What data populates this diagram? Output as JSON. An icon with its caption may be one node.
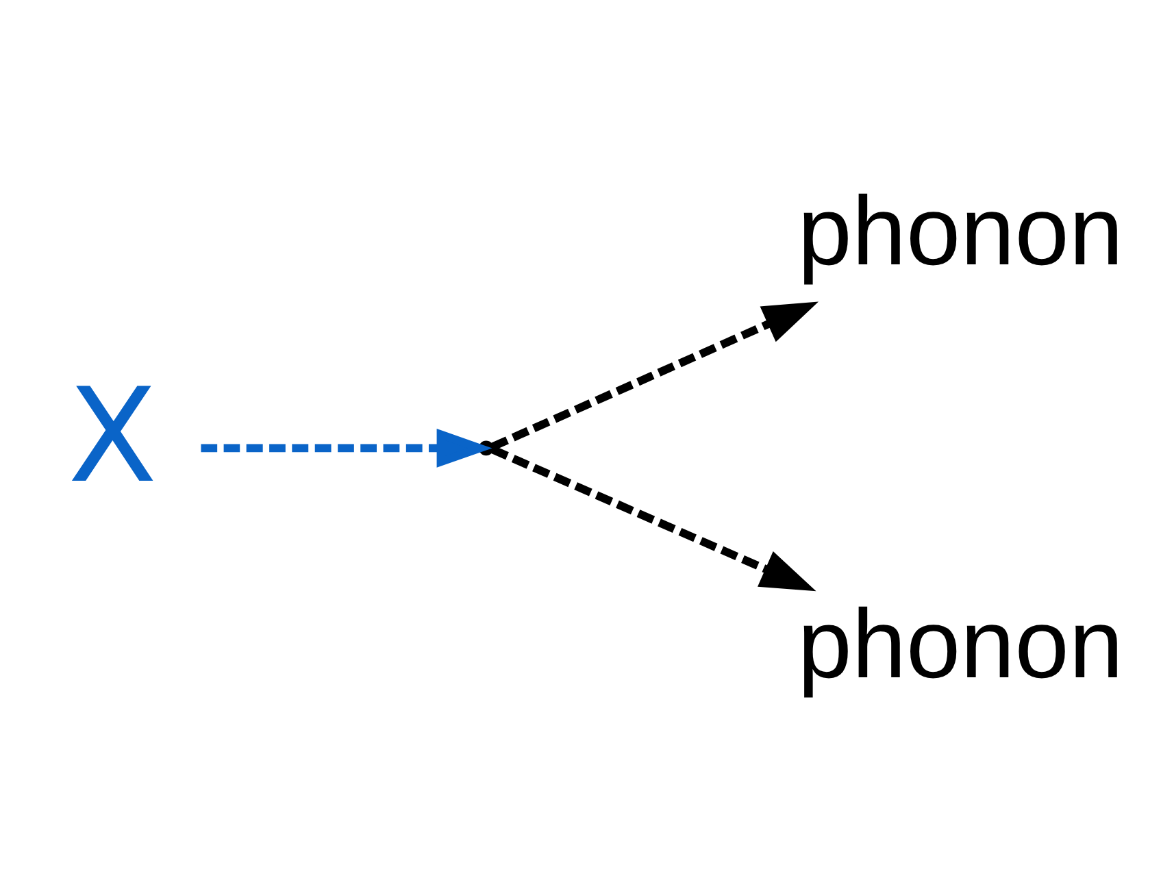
{
  "diagram": {
    "nodes": [
      {
        "text": [
          "X"
        ]
      },
      {
        "text": [],
        "shape": "point"
      },
      {
        "text": [
          "phonon"
        ]
      },
      {
        "text": [
          "phonon"
        ]
      }
    ],
    "edges": [
      {
        "from": 0,
        "to": 1,
        "arrow": "to",
        "style": "dashed",
        "color": "#0a64c8"
      },
      {
        "from": 1,
        "to": 2,
        "arrow": "to",
        "style": "dashed"
      },
      {
        "from": 1,
        "to": 3,
        "arrow": "to",
        "style": "dashed"
      }
    ]
  }
}
